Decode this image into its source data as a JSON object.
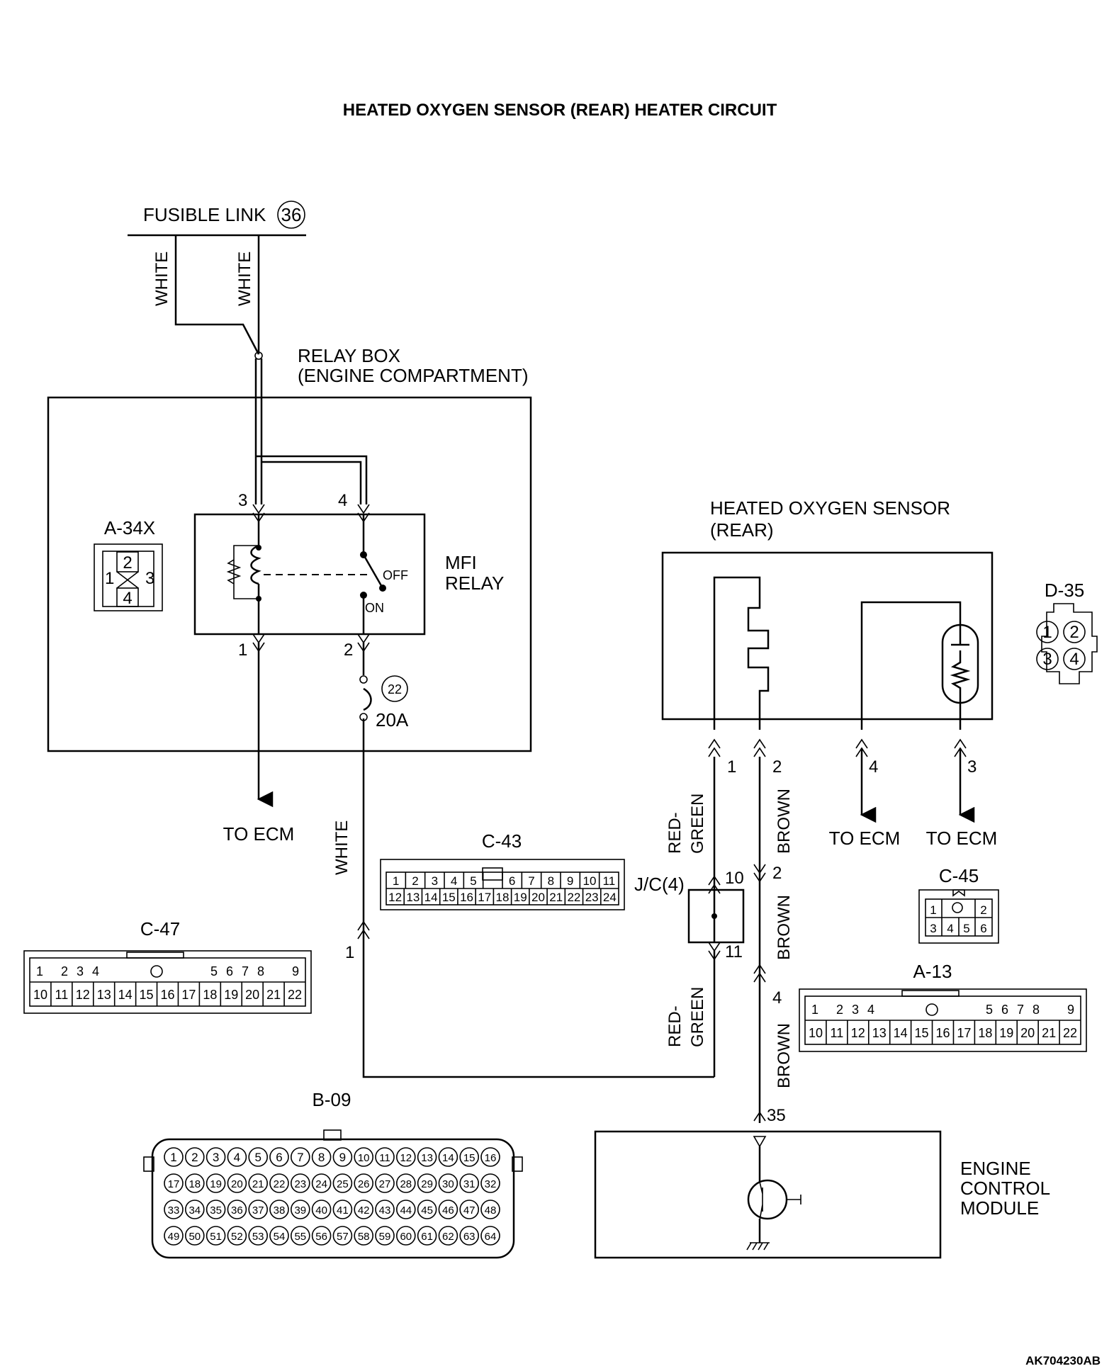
{
  "title": "HEATED OXYGEN SENSOR (REAR) HEATER CIRCUIT",
  "fusible_link": {
    "label": "FUSIBLE LINK",
    "number": "36"
  },
  "wire_colors": {
    "white": "WHITE",
    "red_green_1": "RED-",
    "red_green_2": "GREEN",
    "brown": "BROWN"
  },
  "relay_box": {
    "line1": "RELAY BOX",
    "line2": "(ENGINE COMPARTMENT)"
  },
  "mfi_relay": {
    "line1": "MFI",
    "line2": "RELAY",
    "off": "OFF",
    "on": "ON"
  },
  "relay_pins": {
    "p1": "1",
    "p2": "2",
    "p3": "3",
    "p4": "4"
  },
  "fuse": {
    "number": "22",
    "rating": "20A"
  },
  "to_ecm": "TO ECM",
  "sensor": {
    "line1": "HEATED OXYGEN SENSOR",
    "line2": "(REAR)",
    "pins": [
      "1",
      "2",
      "4",
      "3"
    ]
  },
  "junction": {
    "label": "J/C(4)",
    "pin_in": "10",
    "pin_out": "11"
  },
  "brown_pins": {
    "upper": "2",
    "lower": "4"
  },
  "white_pin": "1",
  "ecm": {
    "line1": "ENGINE",
    "line2": "CONTROL",
    "line3": "MODULE",
    "pin": "35"
  },
  "connectors": {
    "a34x": {
      "name": "A-34X",
      "pins": [
        "1",
        "2",
        "3",
        "4"
      ]
    },
    "d35": {
      "name": "D-35",
      "pins": [
        "1",
        "2",
        "3",
        "4"
      ]
    },
    "c43": {
      "name": "C-43",
      "row1": [
        "1",
        "2",
        "3",
        "4",
        "5",
        "6",
        "7",
        "8",
        "9",
        "10",
        "11"
      ],
      "row2": [
        "12",
        "13",
        "14",
        "15",
        "16",
        "17",
        "18",
        "19",
        "20",
        "21",
        "22",
        "23",
        "24"
      ]
    },
    "c45": {
      "name": "C-45",
      "row1": [
        "1",
        "2"
      ],
      "row2": [
        "3",
        "4",
        "5",
        "6"
      ]
    },
    "c47": {
      "name": "C-47",
      "row1": [
        "1",
        "2",
        "3",
        "4",
        "5",
        "6",
        "7",
        "8",
        "9"
      ],
      "row2": [
        "10",
        "11",
        "12",
        "13",
        "14",
        "15",
        "16",
        "17",
        "18",
        "19",
        "20",
        "21",
        "22"
      ]
    },
    "a13": {
      "name": "A-13",
      "row1": [
        "1",
        "2",
        "3",
        "4",
        "5",
        "6",
        "7",
        "8",
        "9"
      ],
      "row2": [
        "10",
        "11",
        "12",
        "13",
        "14",
        "15",
        "16",
        "17",
        "18",
        "19",
        "20",
        "21",
        "22"
      ]
    },
    "b09": {
      "name": "B-09",
      "pins": [
        "1",
        "2",
        "3",
        "4",
        "5",
        "6",
        "7",
        "8",
        "9",
        "10",
        "11",
        "12",
        "13",
        "14",
        "15",
        "16",
        "17",
        "18",
        "19",
        "20",
        "21",
        "22",
        "23",
        "24",
        "25",
        "26",
        "27",
        "28",
        "29",
        "30",
        "31",
        "32",
        "33",
        "34",
        "35",
        "36",
        "37",
        "38",
        "39",
        "40",
        "41",
        "42",
        "43",
        "44",
        "45",
        "46",
        "47",
        "48",
        "49",
        "50",
        "51",
        "52",
        "53",
        "54",
        "55",
        "56",
        "57",
        "58",
        "59",
        "60",
        "61",
        "62",
        "63",
        "64"
      ]
    }
  },
  "figure_ref": "AK704230AB"
}
